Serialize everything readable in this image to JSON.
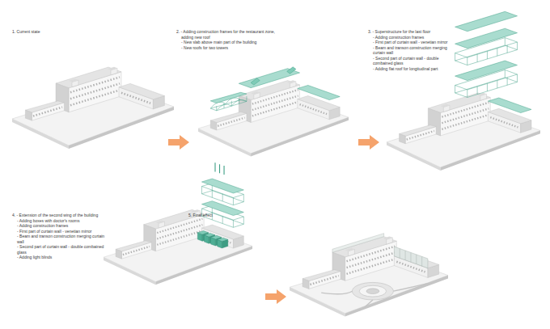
{
  "diagram": {
    "labels": [
      "1. Current state",
      "2. - Adding construction frames for the restaurant zone, adding new roof",
      "- New slab above main part of the building",
      "- New roofs for two towers",
      "3. - Superstructure for the last floor",
      "- Adding construction frames",
      "- First part of curtain wall - venetian mirror",
      "- Beam and transon construction merging curtain wall",
      "- Second part of curtain wall - double combained glass",
      "- Adding flat roof for longitudinal part",
      "4. - Extension of the second wing of the building",
      "- Adding boxes with doctor's rooms",
      "- Adding construction frames",
      "- First part of curtain wall - venetian mirror",
      "- Beam and transon construction merging curtain wall",
      "- Second part of curtain wall - double combained glass",
      "- Adding light blinds",
      "5. Final effect"
    ]
  }
}
